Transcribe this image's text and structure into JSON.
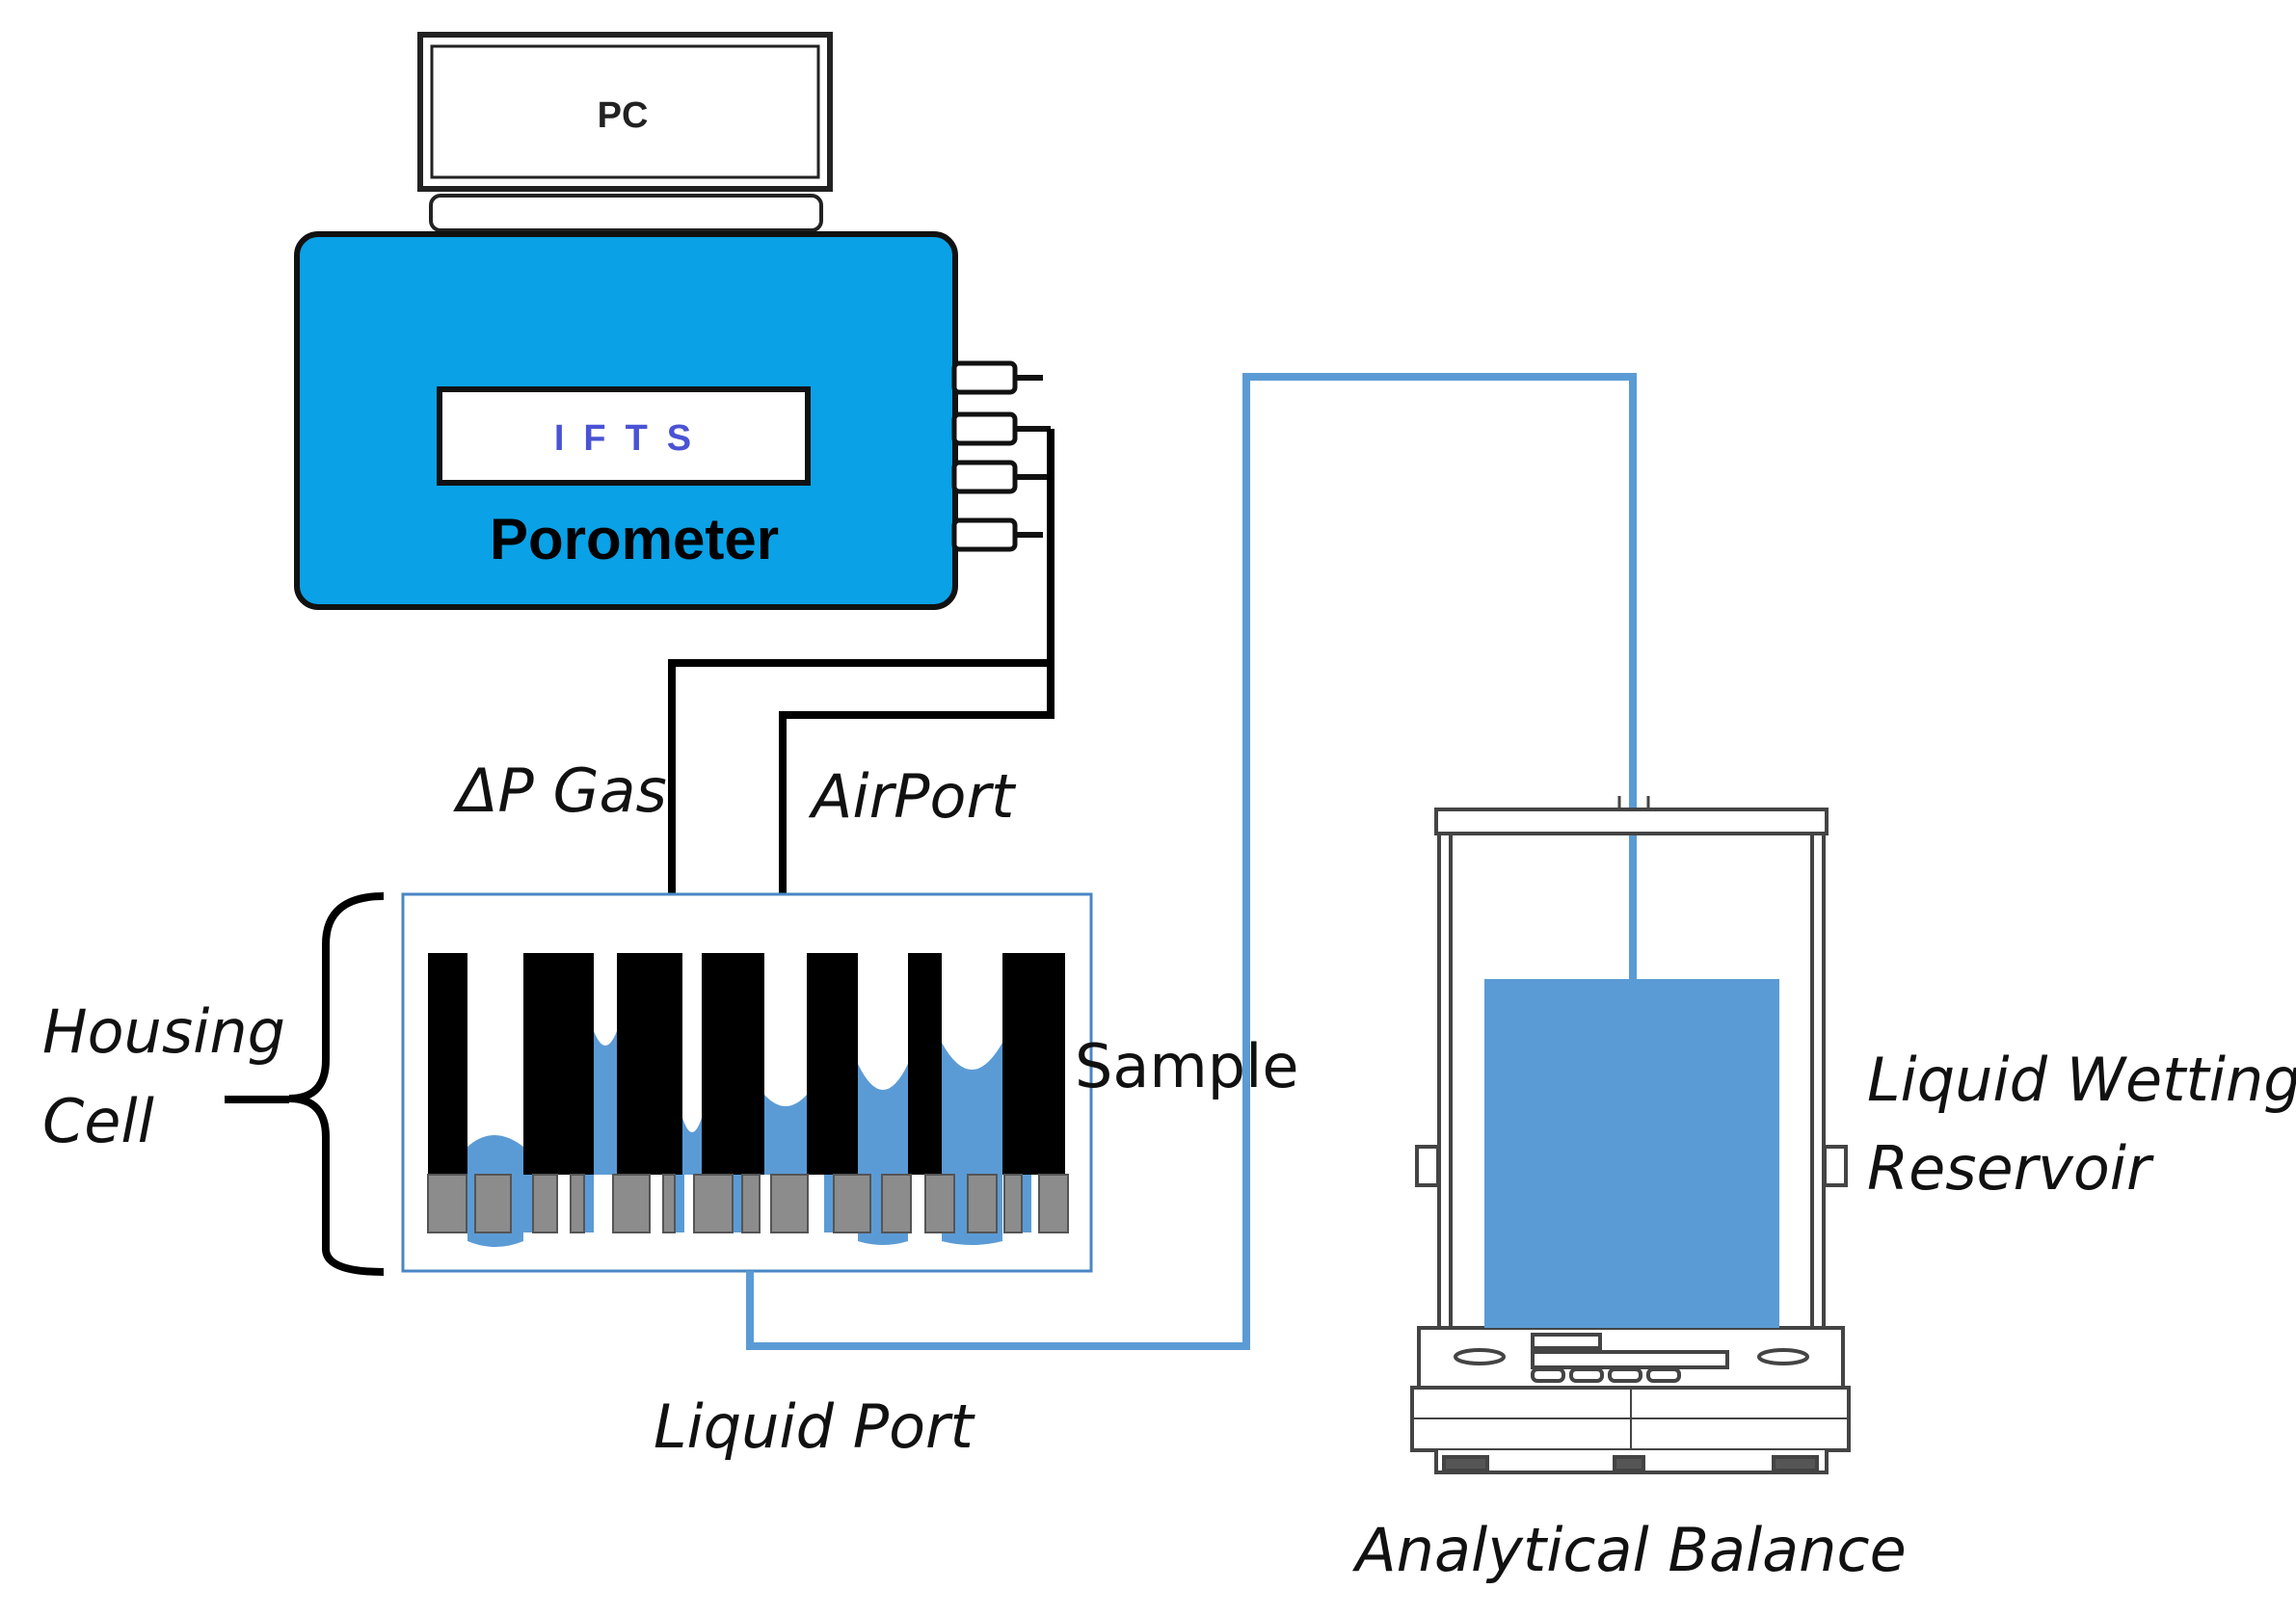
{
  "pc": {
    "label": "PC"
  },
  "porometer": {
    "display_text": "IFTS",
    "label": "Porometer"
  },
  "ports": {
    "delta_p_gas": "ΔP Gas",
    "airport": "AirPort",
    "liquid_port": "Liquid Port"
  },
  "housing_cell": {
    "line1": "Housing",
    "line2": "Cell"
  },
  "sample": {
    "label": "Sample"
  },
  "reservoir": {
    "line1": "Liquid Wetting",
    "line2": "Reservoir"
  },
  "balance": {
    "label": "Analytical Balance"
  },
  "colors": {
    "porometer_body": "#0aa1e6",
    "liquid": "#5b9bd5",
    "pipe_black": "#000000",
    "frit_gray": "#8c8c8c",
    "ifts_text": "#4a53d4"
  }
}
